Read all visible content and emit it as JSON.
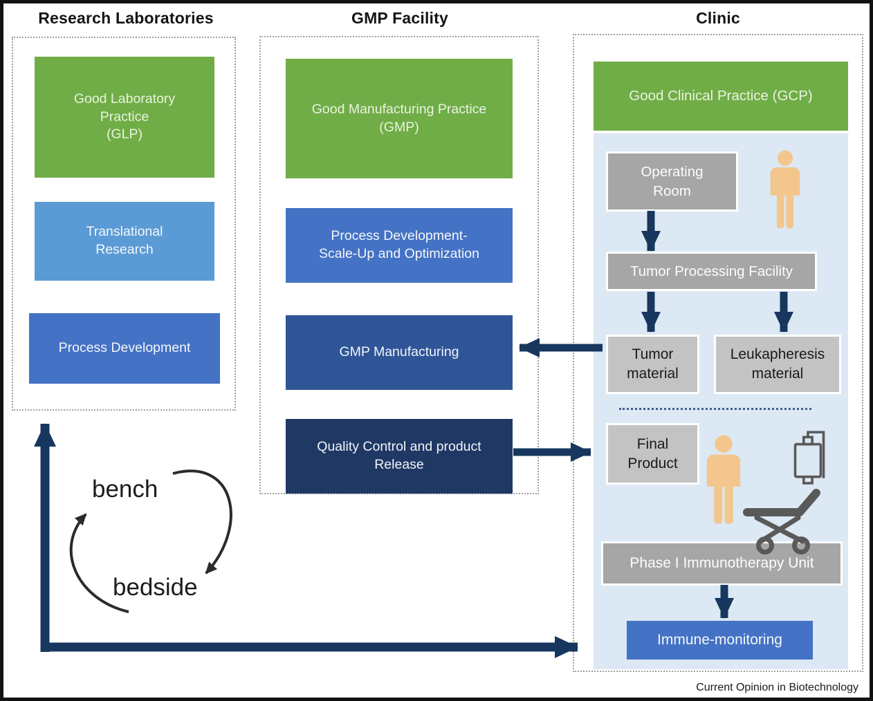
{
  "palette": {
    "green": "#70AD47",
    "light_blue": "#5B9BD5",
    "blue": "#4472C4",
    "dark_blue": "#2F5597",
    "navy": "#1F3864",
    "arrow_navy": "#17375E",
    "gray_dark": "#A6A6A6",
    "gray_light": "#C3C3C3",
    "clinic_panel_blue": "#DCE8F4",
    "person_tan": "#F2C68C",
    "icon_outline_gray": "#595959"
  },
  "columns": {
    "research": {
      "title": "Research Laboratories",
      "glp": "Good Laboratory\nPractice\n(GLP)",
      "translational": "Translational\nResearch",
      "process_dev": "Process Development"
    },
    "gmp": {
      "title": "GMP Facility",
      "gmp_practice": "Good Manufacturing Practice\n(GMP)",
      "process_dev_scale": "Process Development-\nScale-Up and Optimization",
      "manufacturing": "GMP Manufacturing",
      "quality": "Quality Control and product\nRelease"
    },
    "clinic": {
      "title": "Clinic",
      "gcp": "Good Clinical Practice (GCP)",
      "operating_room": "Operating\nRoom",
      "tumor_processing": "Tumor Processing Facility",
      "tumor_material": "Tumor\nmaterial",
      "leukapheresis": "Leukapheresis\nmaterial",
      "final_product": "Final\nProduct",
      "phase1": "Phase I Immunotherapy Unit",
      "immune": "Immune-monitoring"
    }
  },
  "cycle": {
    "top": "bench",
    "bottom": "bedside"
  },
  "caption": "Current Opinion in Biotechnology",
  "icons": {
    "patient": "person-silhouette",
    "iv_pump": "infusion-pump-on-stand",
    "stretcher": "hospital-stretcher"
  }
}
